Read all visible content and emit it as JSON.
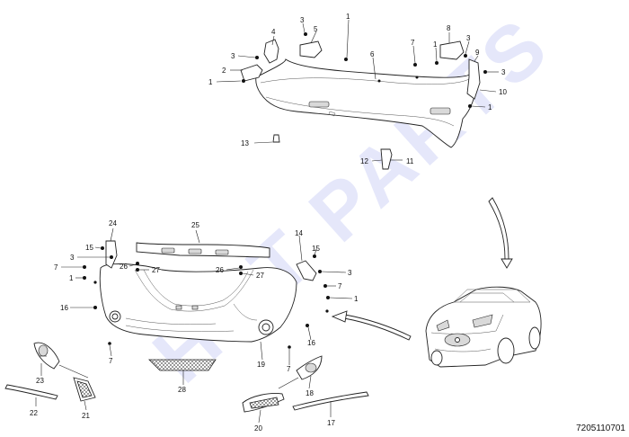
{
  "watermark": {
    "text": "HOT PARTS",
    "color": "#2b3bd6"
  },
  "catalog_number": "7205110701",
  "rear_bumper_callouts": [
    "1",
    "2",
    "3",
    "4",
    "3",
    "5",
    "1",
    "6",
    "7",
    "1",
    "8",
    "3",
    "9",
    "3",
    "10",
    "1",
    "13",
    "12",
    "11"
  ],
  "front_bumper_callouts": [
    "24",
    "25",
    "14",
    "15",
    "3",
    "7",
    "1",
    "26",
    "27",
    "26",
    "27",
    "15",
    "3",
    "7",
    "1",
    "16",
    "16",
    "7",
    "19",
    "7",
    "28",
    "23",
    "18",
    "22",
    "21",
    "20",
    "17"
  ]
}
